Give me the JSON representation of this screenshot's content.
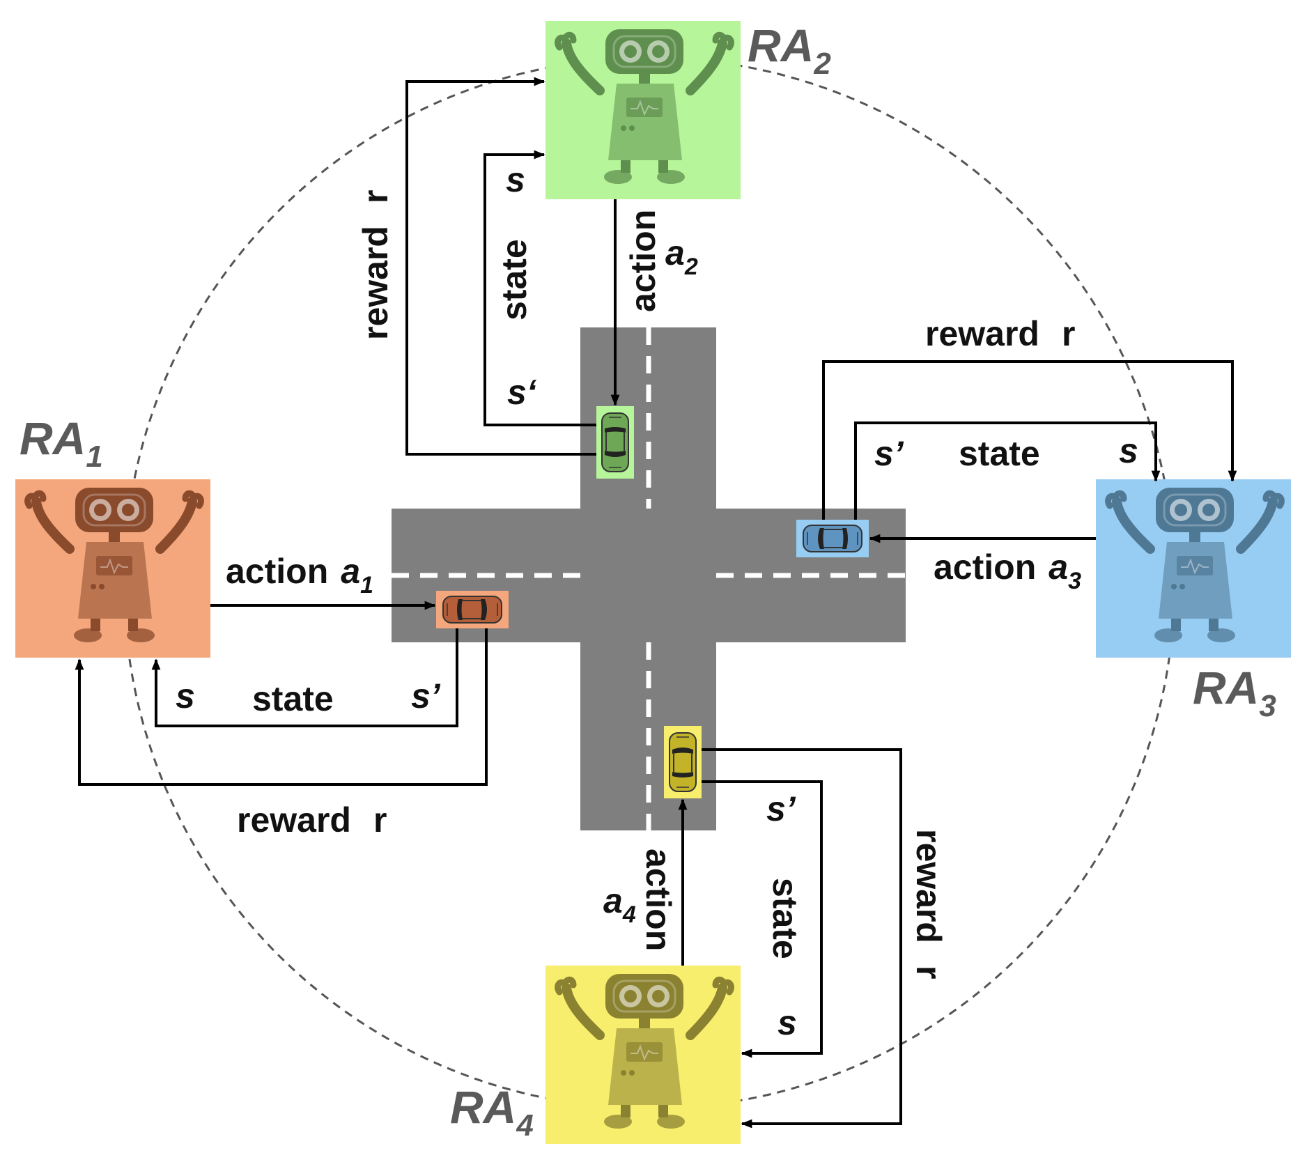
{
  "colors": {
    "agent1": "#f4a77c",
    "agent2": "#b6f59a",
    "agent3": "#98cdf3",
    "agent4": "#f7ee6e",
    "road": "#7f7f7f",
    "lane_marking": "#ffffff",
    "arrow": "#000000",
    "circle": "#555555"
  },
  "icons": {
    "agent": "robot-icon",
    "vehicle": "car-icon"
  },
  "agents": {
    "a1": {
      "name": "RA",
      "sub": "1",
      "action": "action",
      "action_symbol": "a",
      "action_sub": "1",
      "state": "state",
      "s": "s",
      "s_prime": "s’",
      "reward": "reward",
      "r": "r"
    },
    "a2": {
      "name": "RA",
      "sub": "2",
      "action": "action",
      "action_symbol": "a",
      "action_sub": "2",
      "state": "state",
      "s": "s",
      "s_prime": "s‘",
      "reward": "reward",
      "r": "r"
    },
    "a3": {
      "name": "RA",
      "sub": "3",
      "action": "action",
      "action_symbol": "a",
      "action_sub": "3",
      "state": "state",
      "s": "s",
      "s_prime": "s’",
      "reward": "reward",
      "r": "r"
    },
    "a4": {
      "name": "RA",
      "sub": "4",
      "action": "action",
      "action_symbol": "a",
      "action_sub": "4",
      "state": "state",
      "s": "s",
      "s_prime": "s’",
      "reward": "reward",
      "r": "r"
    }
  }
}
